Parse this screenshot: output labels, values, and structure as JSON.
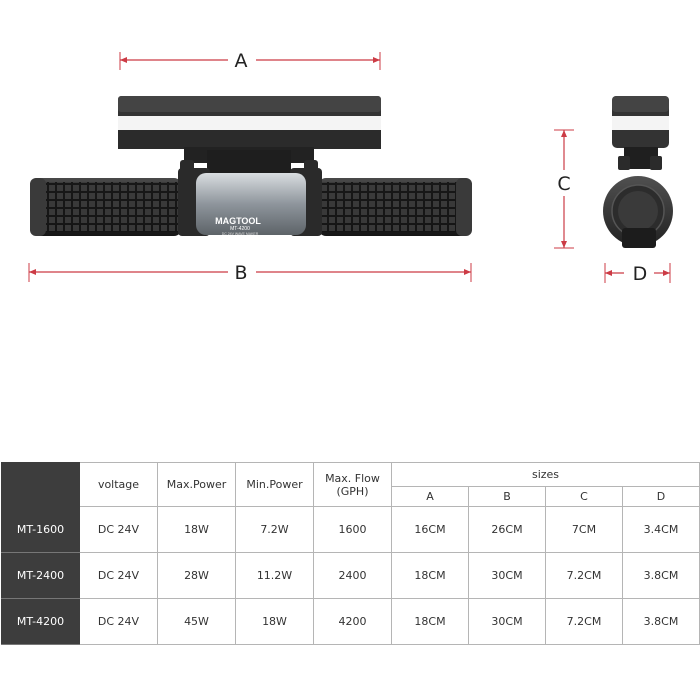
{
  "dimensions": {
    "a_label": "A",
    "b_label": "B",
    "c_label": "C",
    "d_label": "D"
  },
  "product": {
    "brand": "MAGTOOL",
    "model": "MT-4200",
    "subtext": "DC 24V WAVE MAKER"
  },
  "table": {
    "headers": {
      "voltage": "voltage",
      "max_power": "Max.Power",
      "min_power": "Min.Power",
      "max_flow": "Max. Flow (GPH)",
      "sizes": "sizes",
      "a": "A",
      "b": "B",
      "c": "C",
      "d": "D"
    },
    "rows": [
      {
        "model": "MT-1600",
        "voltage": "DC 24V",
        "max_power": "18W",
        "min_power": "7.2W",
        "max_flow": "1600",
        "a": "16CM",
        "b": "26CM",
        "c": "7CM",
        "d": "3.4CM"
      },
      {
        "model": "MT-2400",
        "voltage": "DC 24V",
        "max_power": "28W",
        "min_power": "11.2W",
        "max_flow": "2400",
        "a": "18CM",
        "b": "30CM",
        "c": "7.2CM",
        "d": "3.8CM"
      },
      {
        "model": "MT-4200",
        "voltage": "DC 24V",
        "max_power": "45W",
        "min_power": "18W",
        "max_flow": "4200",
        "a": "18CM",
        "b": "30CM",
        "c": "7.2CM",
        "d": "3.8CM"
      }
    ]
  },
  "colors": {
    "dimension_line": "#cc3b45",
    "header_dark": "#3d3d3d",
    "pump_body": "#2a2a2a",
    "silver_motor": "#9aa1a8"
  }
}
